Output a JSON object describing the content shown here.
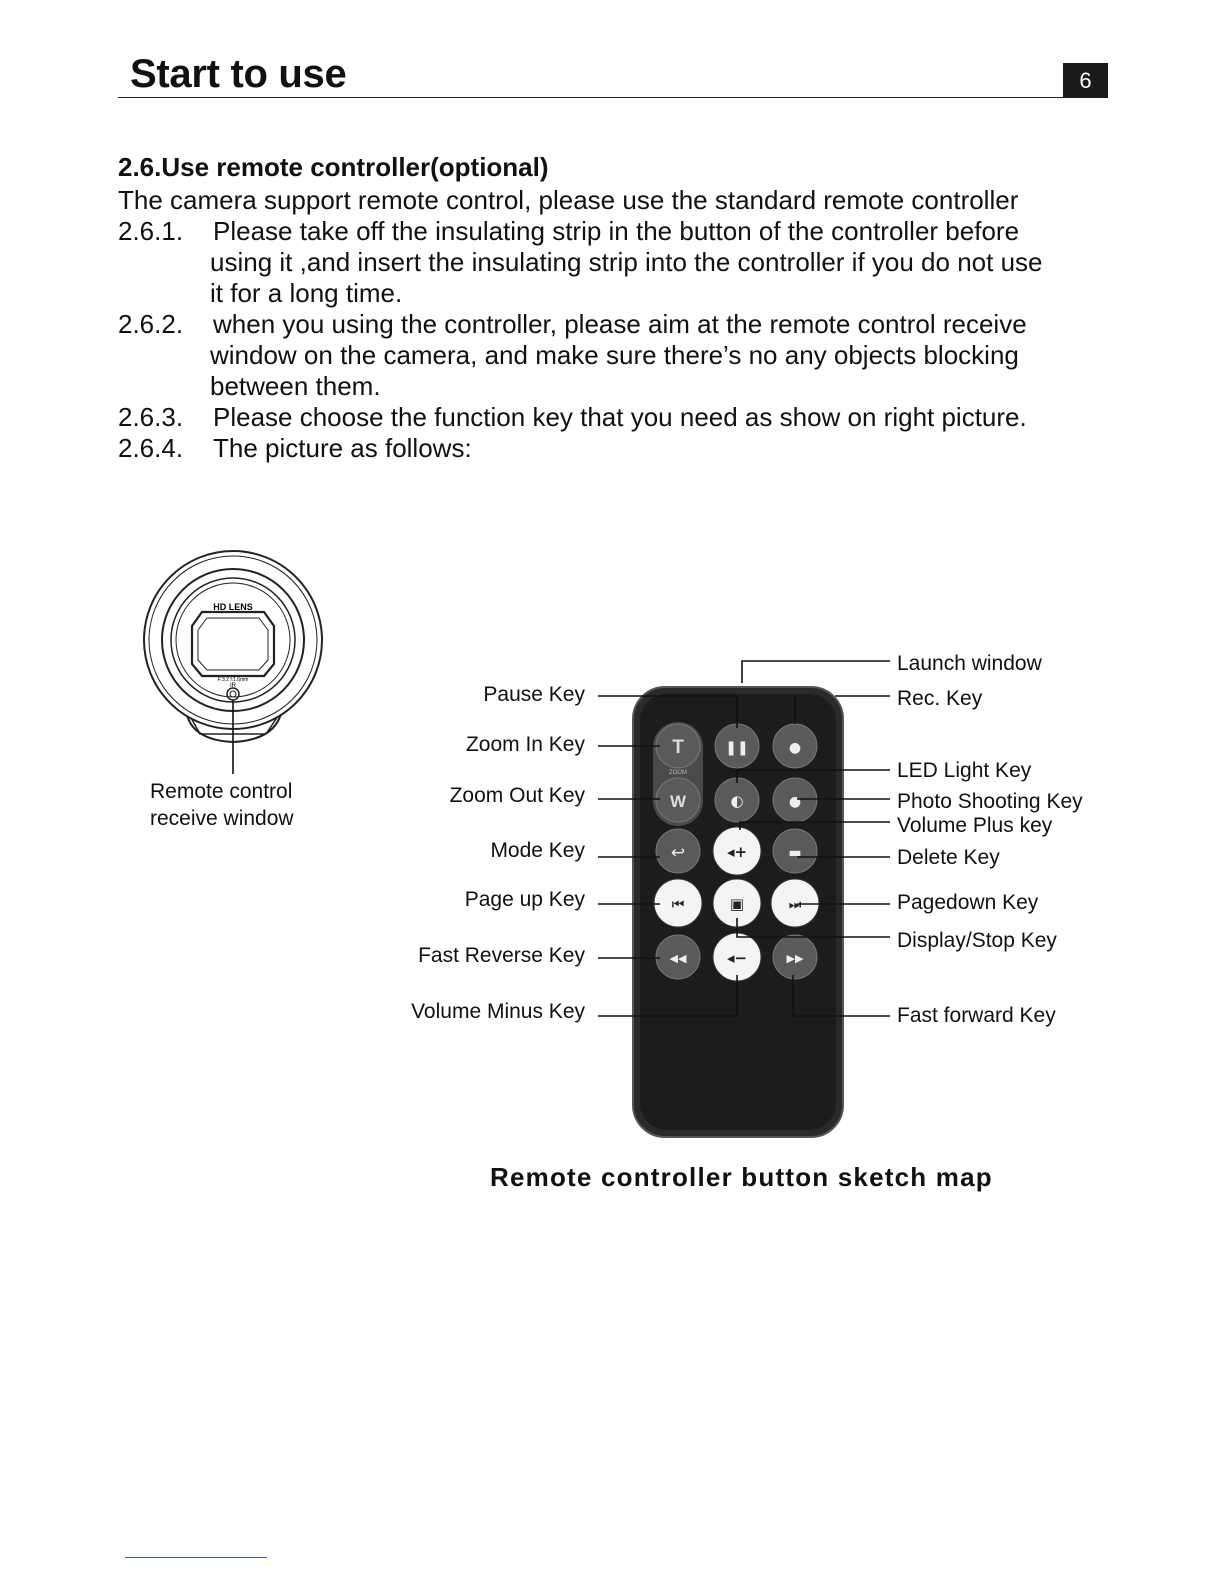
{
  "header": {
    "title": "Start to use",
    "page_number": "6"
  },
  "section": {
    "title": "2.6.Use remote controller(optional)",
    "intro": "The camera support remote control, please use the standard remote controller",
    "steps": [
      {
        "num": "2.6.1.",
        "lines": [
          "Please take off the insulating strip in the button of the controller before",
          "using it ,and insert the insulating strip into the controller if you do not use",
          "it for a long time."
        ]
      },
      {
        "num": "2.6.2.",
        "lines": [
          "when you using the controller, please aim at the remote control receive",
          "window on the camera, and make sure there’s no any objects blocking",
          "between them."
        ]
      },
      {
        "num": "2.6.3.",
        "lines": [
          "Please choose the function key that you need as show on right picture."
        ]
      },
      {
        "num": "2.6.4.",
        "lines": [
          "The picture as follows:"
        ]
      }
    ]
  },
  "camera": {
    "lens_text": "HD LENS",
    "lens_spec": "F:3.2  f:1.6mm",
    "ir_text": "IR",
    "label_line1": "Remote control",
    "label_line2": "receive window"
  },
  "remote": {
    "button_glyphs": {
      "zoom_in": "T",
      "zoom_word": "ZOOM",
      "zoom_out": "W",
      "pause": "❚❚",
      "rec": "●",
      "led": "◐",
      "photo": "●",
      "mode": "↩",
      "vol_plus": "◂+",
      "delete": "▬",
      "page_up": "⏮",
      "display": "▣",
      "page_down": "⏭",
      "fast_rev": "◀◀",
      "vol_minus": "◂−",
      "fast_fwd": "▶▶"
    },
    "left_labels": {
      "pause": "Pause Key",
      "zoom_in": "Zoom In Key",
      "zoom_out": "Zoom Out Key",
      "mode": "Mode Key",
      "page_up": "Page up Key",
      "fast_reverse": "Fast Reverse Key",
      "volume_minus": "Volume Minus Key"
    },
    "right_labels": {
      "launch_window": "Launch window",
      "rec": "Rec. Key",
      "led": "LED Light Key",
      "photo": "Photo Shooting Key",
      "volume_plus": "Volume  Plus  key",
      "delete": "Delete Key",
      "pagedown": "Pagedown Key",
      "display_stop": "Display/Stop Key",
      "fast_forward": "Fast  forward Key"
    },
    "caption": "Remote controller button sketch map"
  }
}
